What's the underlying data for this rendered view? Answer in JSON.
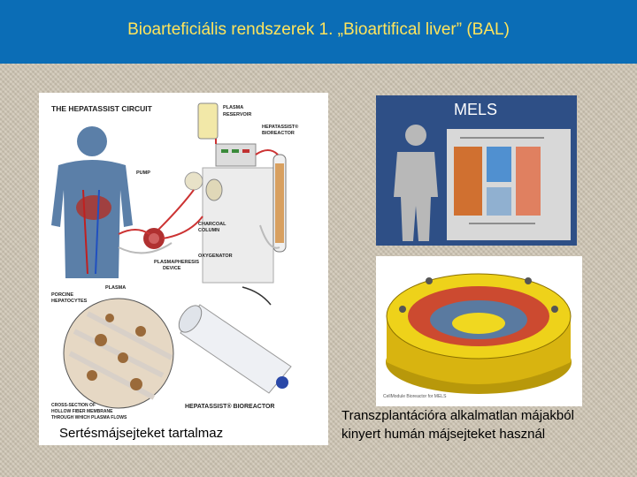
{
  "title": "Bioarteficiális rendszerek 1. „Bioartifical liver” (BAL)",
  "left_figure": {
    "heading": "THE HEPATASSIST CIRCUIT",
    "labels": {
      "plasma_reservoir_1": "PLASMA",
      "plasma_reservoir_2": "RESERVOIR",
      "bioreactor_top_1": "HEPATASSIST®",
      "bioreactor_top_2": "BIOREACTOR",
      "pump": "PUMP",
      "charcoal_1": "CHARCOAL",
      "charcoal_2": "COLUMN",
      "oxygenator": "OXYGENATOR",
      "plasmapheresis_1": "PLASMAPHERESIS",
      "plasmapheresis_2": "DEVICE",
      "porcine_1": "PORCINE",
      "porcine_2": "HEPATOCYTES",
      "plasma": "PLASMA",
      "bioreactor_bottom": "HEPATASSIST® BIOREACTOR",
      "cross_1": "CROSS-SECTION OF",
      "cross_2": "HOLLOW FIBER MEMBRANE",
      "cross_3": "THROUGH WHICH PLASMA FLOWS"
    },
    "caption": "Sertésmájsejteket tartalmaz"
  },
  "mels_figure": {
    "heading": "MELS"
  },
  "cell_figure": {
    "caption_small": "CellModule Bioreactor for MELS"
  },
  "right_caption": {
    "line1": "Transzplantációra alkalmatlan májakból",
    "line2": "kinyert humán májsejteket használ"
  },
  "colors": {
    "title_bar": "#0b6db6",
    "title_text": "#ffe45c"
  }
}
